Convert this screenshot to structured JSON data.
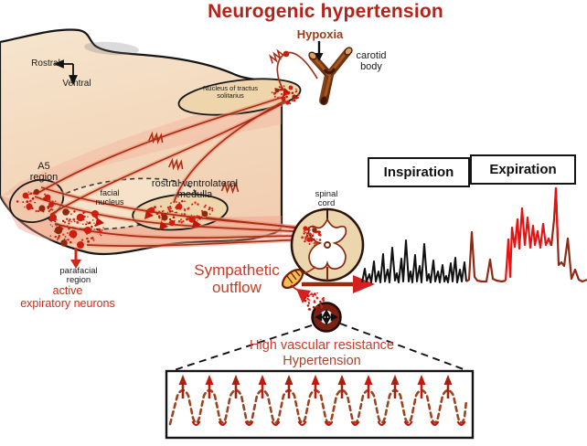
{
  "header": {
    "title": "Neurogenic hypertension"
  },
  "anatomy": {
    "axis": {
      "rostral": "Rostral",
      "ventral": "Ventral"
    },
    "hypoxia": "Hypoxia",
    "carotid_body": {
      "line1": "carotid",
      "line2": "body"
    },
    "nts": {
      "line1": "Nucleus of tractus",
      "line2": "solitarius"
    },
    "a5": {
      "line1": "A5",
      "line2": "region"
    },
    "facial": {
      "line1": "facial",
      "line2": "nucleus"
    },
    "rvlm": {
      "line1": "rostral ventrolateral",
      "line2": "medulla"
    },
    "spinal": {
      "line1": "spinal",
      "line2": "cord"
    },
    "parafacial": {
      "line1": "parafacial",
      "line2": "region"
    },
    "active_expiratory": {
      "line1": "active",
      "line2": "expiratory neurons"
    },
    "sympathetic": {
      "line1": "Sympathetic",
      "line2": "outflow"
    }
  },
  "respiration": {
    "inspiration": "Inspiration",
    "expiration": "Expiration"
  },
  "outcome": {
    "line1": "High vascular resistance",
    "line2": "Hypertension"
  },
  "icons": [
    "carotid-body-icon",
    "spinal-cord-icon",
    "sympathetic-ganglion-icon",
    "vasoconstricted-vessel-icon",
    "spike-train-icon",
    "neuron-cluster",
    "hypoxia-arrow-icon",
    "sympathetic-outflow-arrow-icon",
    "parafacial-arrow-icon",
    "axis-indicator-icon"
  ],
  "colors": {
    "title_red": "#b3231b",
    "label_red": "#c93a22",
    "dark_red": "#9a2a10",
    "bright_red": "#d61f1f",
    "hypoxia_red": "#9e3a1c",
    "hypertension_red": "#a8442c",
    "text_black": "#1a1a1a",
    "brainstem_tan": "#f4dfc6"
  }
}
